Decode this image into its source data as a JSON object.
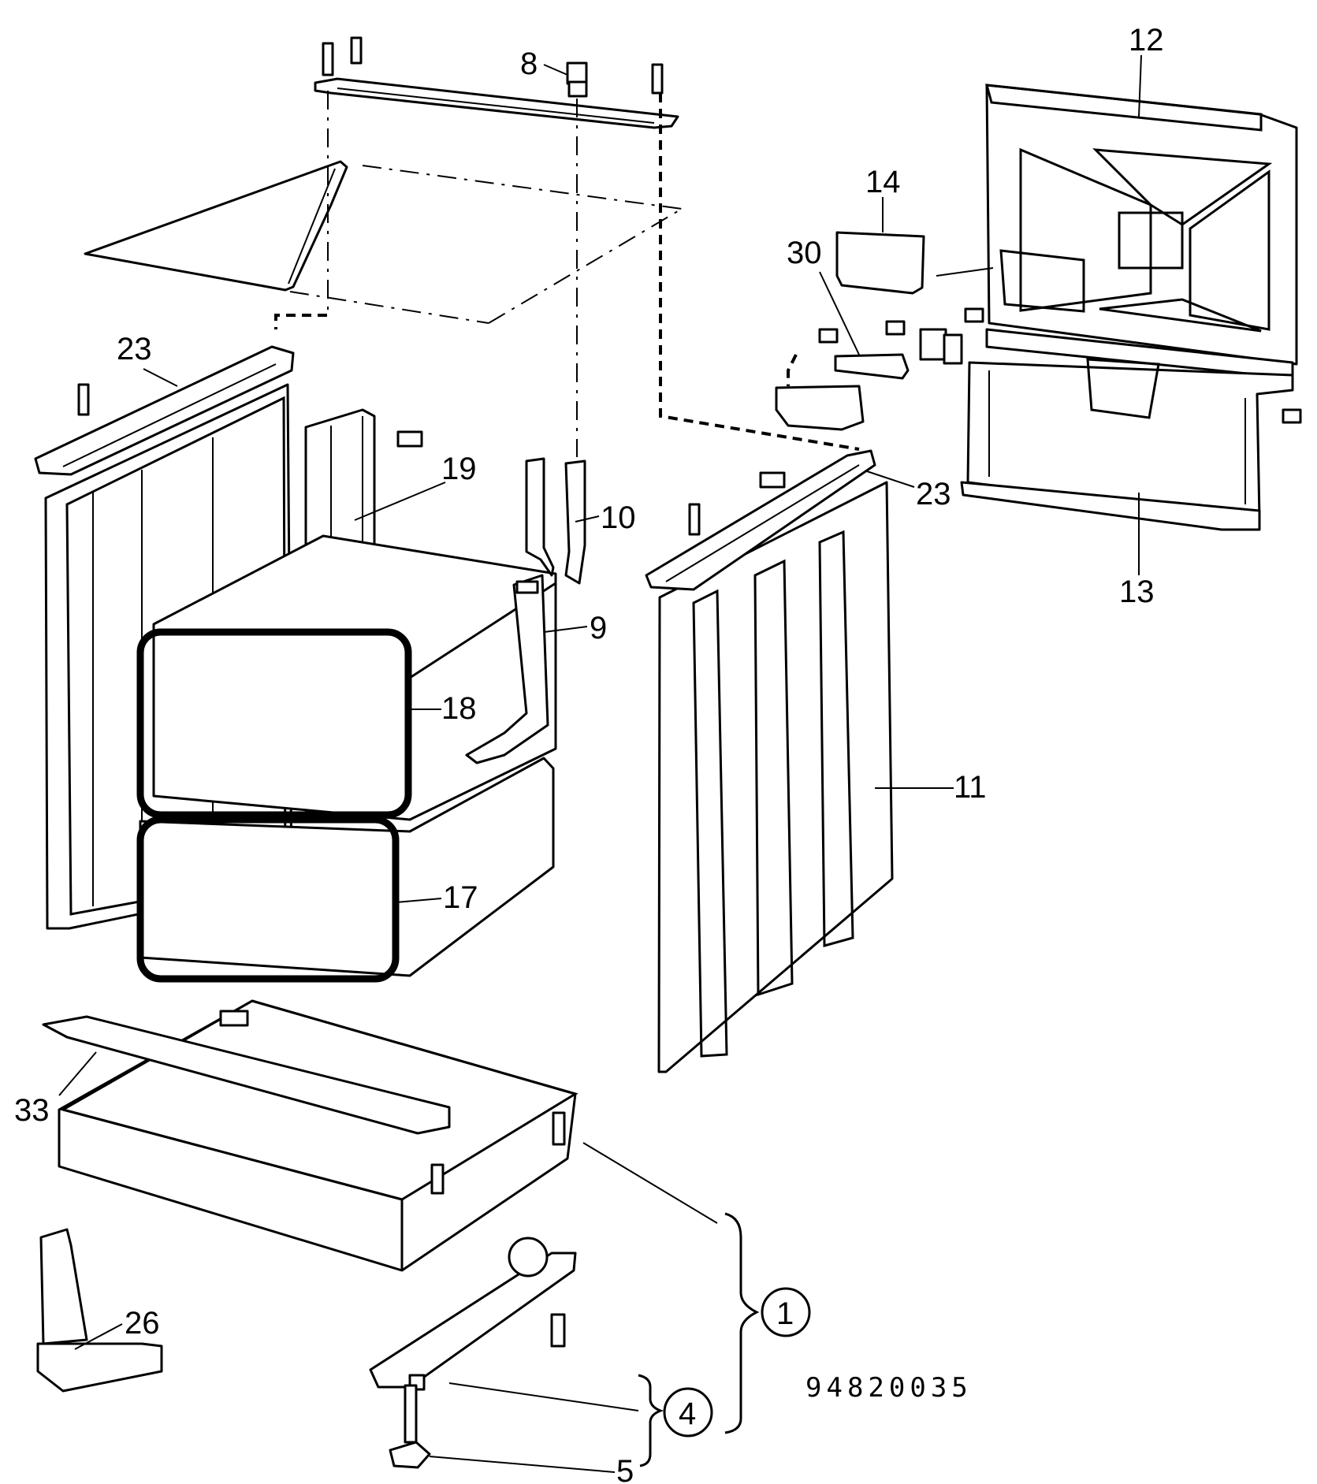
{
  "labels": {
    "p1": "1",
    "p4": "4",
    "p5": "5",
    "p8": "8",
    "p9": "9",
    "p10": "10",
    "p11": "11",
    "p12": "12",
    "p13": "13",
    "p14": "14",
    "p17": "17",
    "p18": "18",
    "p19": "19",
    "p23a": "23",
    "p23b": "23",
    "p26": "26",
    "p30": "30",
    "p33": "33"
  },
  "drawing_number": "94820035"
}
